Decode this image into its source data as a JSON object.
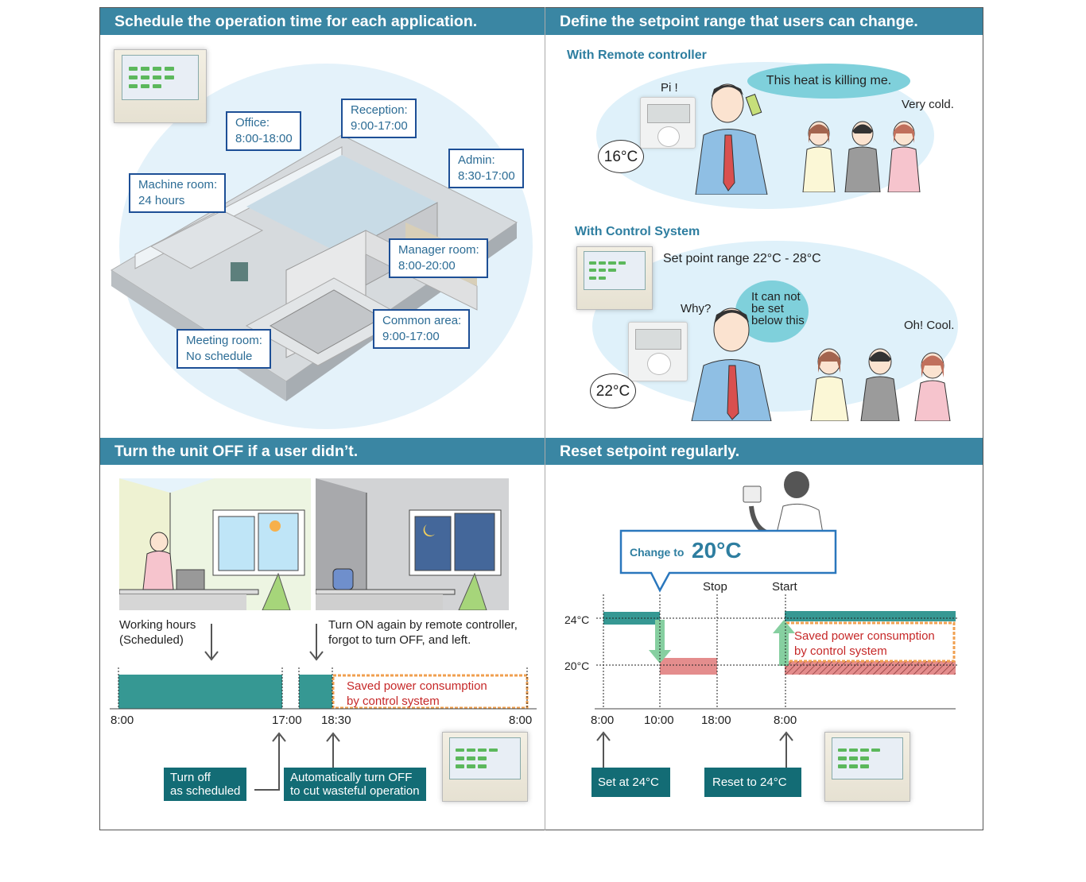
{
  "panels": {
    "schedule": {
      "title": "Schedule the operation time for each application.",
      "rooms": [
        {
          "name": "Office:",
          "time": "8:00-18:00"
        },
        {
          "name": "Reception:",
          "time": "9:00-17:00"
        },
        {
          "name": "Admin:",
          "time": "8:30-17:00"
        },
        {
          "name": "Machine room:",
          "time": "24 hours"
        },
        {
          "name": "Manager room:",
          "time": "8:00-20:00"
        },
        {
          "name": "Common area:",
          "time": "9:00-17:00"
        },
        {
          "name": "Meeting room:",
          "time": "No schedule"
        }
      ]
    },
    "setpoint_range": {
      "title": "Define the setpoint range that users can change.",
      "remote": {
        "subtitle": "With Remote controller",
        "beep": "Pi !",
        "temp": "16°C",
        "speech": "This heat is killing me.",
        "others": "Very cold."
      },
      "control": {
        "subtitle": "With Control System",
        "range": "Set point range 22°C - 28°C",
        "question": "Why?",
        "speech_lines": [
          "It can not",
          "be set",
          "below this"
        ],
        "temp": "22°C",
        "others": "Oh! Cool."
      }
    },
    "turn_off": {
      "title": "Turn the unit OFF if a user didn’t.",
      "working_hours": "Working hours\n(Scheduled)",
      "turn_on_again": "Turn ON again by remote controller,\nforgot to turn OFF, and left.",
      "saved": "Saved power consumption\nby control system",
      "times": [
        "8:00",
        "17:00",
        "18:30",
        "8:00"
      ],
      "box_off_scheduled": "Turn off\nas scheduled",
      "box_auto_off": "Automatically turn OFF\nto cut wasteful operation"
    },
    "reset": {
      "title": "Reset setpoint regularly.",
      "change_to_label": "Change to",
      "change_to_value": "20°C",
      "stop": "Stop",
      "start": "Start",
      "temps": [
        "24°C",
        "20°C"
      ],
      "times": [
        "8:00",
        "10:00",
        "18:00",
        "8:00"
      ],
      "saved": "Saved power consumption\nby control system",
      "box_set": "Set at 24°C",
      "box_reset": "Reset to 24°C"
    }
  },
  "colors": {
    "header": "#3a86a3",
    "teal_bar": "#369893",
    "teal_box": "#136c75",
    "saved_border": "#f0a050",
    "saved_text": "#c62828",
    "setpoint_low": "#e48d8d",
    "arrow_green": "#86cfa0"
  }
}
